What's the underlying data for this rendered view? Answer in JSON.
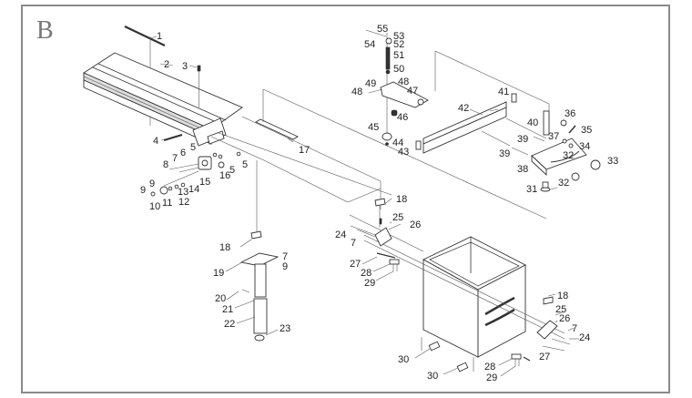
{
  "section": "B",
  "parts": [
    {
      "id": "p1",
      "label": "1"
    },
    {
      "id": "p2",
      "label": "2"
    },
    {
      "id": "p3",
      "label": "3"
    },
    {
      "id": "p4",
      "label": "4"
    },
    {
      "id": "p5a",
      "label": "5"
    },
    {
      "id": "p5b",
      "label": "5"
    },
    {
      "id": "p5c",
      "label": "5"
    },
    {
      "id": "p6",
      "label": "6"
    },
    {
      "id": "p7a",
      "label": "7"
    },
    {
      "id": "p8",
      "label": "8"
    },
    {
      "id": "p9a",
      "label": "9"
    },
    {
      "id": "p9b",
      "label": "9"
    },
    {
      "id": "p10",
      "label": "10"
    },
    {
      "id": "p11",
      "label": "11"
    },
    {
      "id": "p12",
      "label": "12"
    },
    {
      "id": "p13",
      "label": "13"
    },
    {
      "id": "p14",
      "label": "14"
    },
    {
      "id": "p15",
      "label": "15"
    },
    {
      "id": "p16",
      "label": "16"
    },
    {
      "id": "p17",
      "label": "17"
    },
    {
      "id": "p18a",
      "label": "18"
    },
    {
      "id": "p18b",
      "label": "18"
    },
    {
      "id": "p18c",
      "label": "18"
    },
    {
      "id": "p19",
      "label": "19"
    },
    {
      "id": "p7b",
      "label": "7"
    },
    {
      "id": "p9c",
      "label": "9"
    },
    {
      "id": "p20",
      "label": "20"
    },
    {
      "id": "p21",
      "label": "21"
    },
    {
      "id": "p22",
      "label": "22"
    },
    {
      "id": "p23",
      "label": "23"
    },
    {
      "id": "p24a",
      "label": "24"
    },
    {
      "id": "p7c",
      "label": "7"
    },
    {
      "id": "p25a",
      "label": "25"
    },
    {
      "id": "p26a",
      "label": "26"
    },
    {
      "id": "p27a",
      "label": "27"
    },
    {
      "id": "p28a",
      "label": "28"
    },
    {
      "id": "p29a",
      "label": "29"
    },
    {
      "id": "p30a",
      "label": "30"
    },
    {
      "id": "p30b",
      "label": "30"
    },
    {
      "id": "p28b",
      "label": "28"
    },
    {
      "id": "p29b",
      "label": "29"
    },
    {
      "id": "p27b",
      "label": "27"
    },
    {
      "id": "p25b",
      "label": "25"
    },
    {
      "id": "p26b",
      "label": "26"
    },
    {
      "id": "p7d",
      "label": "7"
    },
    {
      "id": "p24b",
      "label": "24"
    },
    {
      "id": "p31",
      "label": "31"
    },
    {
      "id": "p32a",
      "label": "32"
    },
    {
      "id": "p32b",
      "label": "32"
    },
    {
      "id": "p33",
      "label": "33"
    },
    {
      "id": "p34",
      "label": "34"
    },
    {
      "id": "p35",
      "label": "35"
    },
    {
      "id": "p36",
      "label": "36"
    },
    {
      "id": "p37",
      "label": "37"
    },
    {
      "id": "p38",
      "label": "38"
    },
    {
      "id": "p39a",
      "label": "39"
    },
    {
      "id": "p39b",
      "label": "39"
    },
    {
      "id": "p40",
      "label": "40"
    },
    {
      "id": "p41",
      "label": "41"
    },
    {
      "id": "p42",
      "label": "42"
    },
    {
      "id": "p43",
      "label": "43"
    },
    {
      "id": "p44",
      "label": "44"
    },
    {
      "id": "p45",
      "label": "45"
    },
    {
      "id": "p46",
      "label": "46"
    },
    {
      "id": "p47",
      "label": "47"
    },
    {
      "id": "p48a",
      "label": "48"
    },
    {
      "id": "p48b",
      "label": "48"
    },
    {
      "id": "p49",
      "label": "49"
    },
    {
      "id": "p50",
      "label": "50"
    },
    {
      "id": "p51",
      "label": "51"
    },
    {
      "id": "p52",
      "label": "52"
    },
    {
      "id": "p53",
      "label": "53"
    },
    {
      "id": "p54",
      "label": "54"
    },
    {
      "id": "p55",
      "label": "55"
    }
  ]
}
